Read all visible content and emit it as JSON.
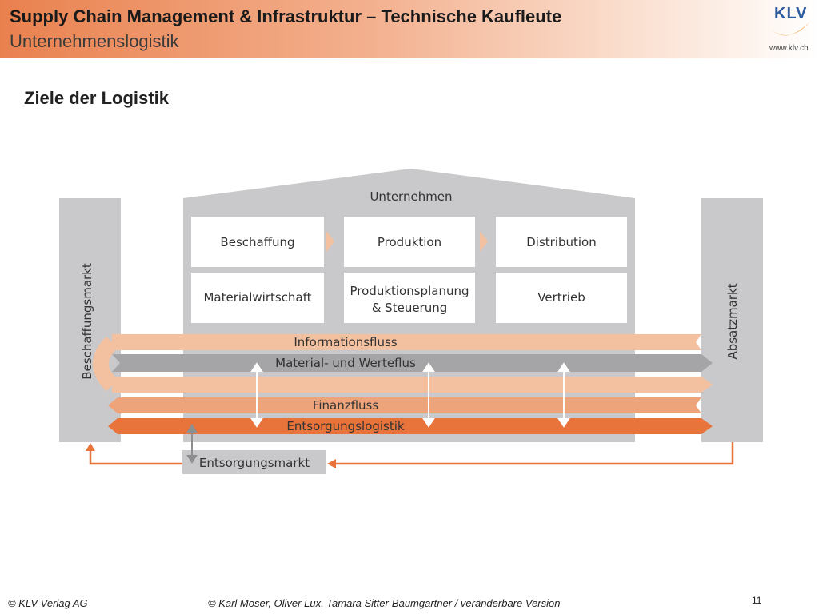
{
  "header": {
    "title": "Supply Chain Management & Infrastruktur – Technische Kaufleute",
    "subtitle": "Unternehmenslogistik",
    "logo_text": "KLV",
    "logo_url": "www.klv.ch"
  },
  "section_title": "Ziele der Logistik",
  "diagram": {
    "company_label": "Unternehmen",
    "left_market": "Beschaffungsmarkt",
    "right_market": "Absatzmarkt",
    "top_row": [
      "Beschaffung",
      "Produktion",
      "Distribution"
    ],
    "bottom_row": {
      "first": "Materialwirtschaft",
      "second_line1": "Produktionsplanung",
      "second_line2": "& Steuerung",
      "third": "Vertrieb"
    },
    "flows": {
      "information": "Informationsfluss",
      "material": "Material- und Werteflus",
      "finance": "Finanzfluss",
      "disposal": "Entsorgungslogistik"
    },
    "disposal_market": "Entsorgungsmarkt",
    "colors": {
      "light_orange": "#f4c1a0",
      "mid_orange": "#eda47b",
      "dark_orange": "#e8743b",
      "gray": "#a5a5a7",
      "light_gray": "#c9c9cb"
    }
  },
  "footer": {
    "left": "© KLV Verlag AG",
    "middle": "© Karl Moser, Oliver Lux, Tamara Sitter-Baumgartner / veränderbare Version",
    "page": "11"
  }
}
